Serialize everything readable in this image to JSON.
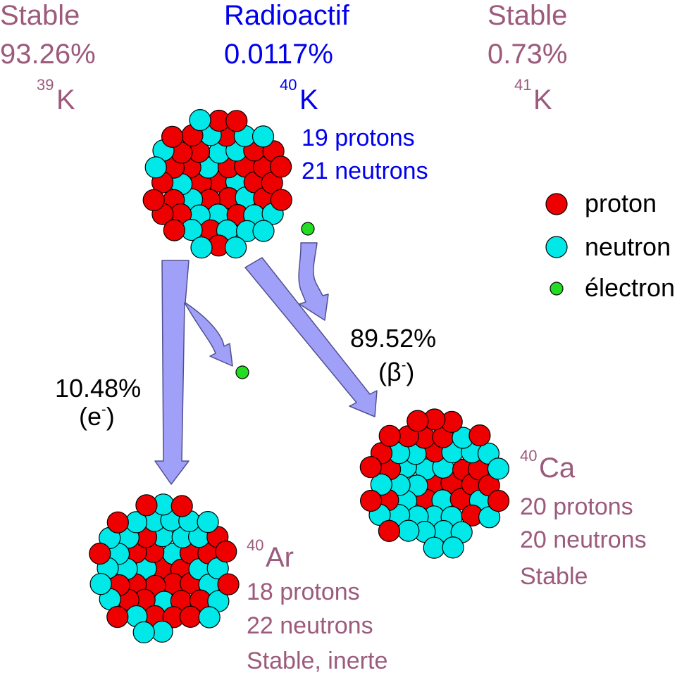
{
  "isotopes": [
    {
      "status": "Stable",
      "abundance": "93.26%",
      "mass": "39",
      "symbol": "K"
    },
    {
      "status": "Radioactif",
      "abundance": "0.0117%",
      "mass": "40",
      "symbol": "K",
      "protons": "19 protons",
      "neutrons": "21 neutrons"
    },
    {
      "status": "Stable",
      "abundance": "0.73%",
      "mass": "41",
      "symbol": "K"
    }
  ],
  "products": {
    "argon": {
      "mass": "40",
      "symbol": "Ar",
      "protons": "18 protons",
      "neutrons": "22 neutrons",
      "note": "Stable, inerte"
    },
    "calcium": {
      "mass": "40",
      "symbol": "Ca",
      "protons": "20 protons",
      "neutrons": "20 neutrons",
      "note": "Stable"
    }
  },
  "decays": {
    "capture": {
      "percent": "10.48%",
      "mode_open": "(e",
      "mode_sup": "-",
      "mode_close": ")"
    },
    "beta": {
      "percent": "89.52%",
      "mode_open": "(β",
      "mode_sup": "-",
      "mode_close": ")"
    }
  },
  "legend": [
    {
      "label": "proton",
      "color": "#ee0000",
      "icon": "proton-circle"
    },
    {
      "label": "neutron",
      "color": "#00e8e8",
      "icon": "neutron-circle"
    },
    {
      "label": "électron",
      "color": "#22dd22",
      "icon": "electron-circle"
    }
  ],
  "colors": {
    "stable": "#9c5a7c",
    "radioactive": "#0000ee",
    "arrow": "#a0a0f8",
    "arrow_stroke": "#505090",
    "text": "#000000"
  }
}
